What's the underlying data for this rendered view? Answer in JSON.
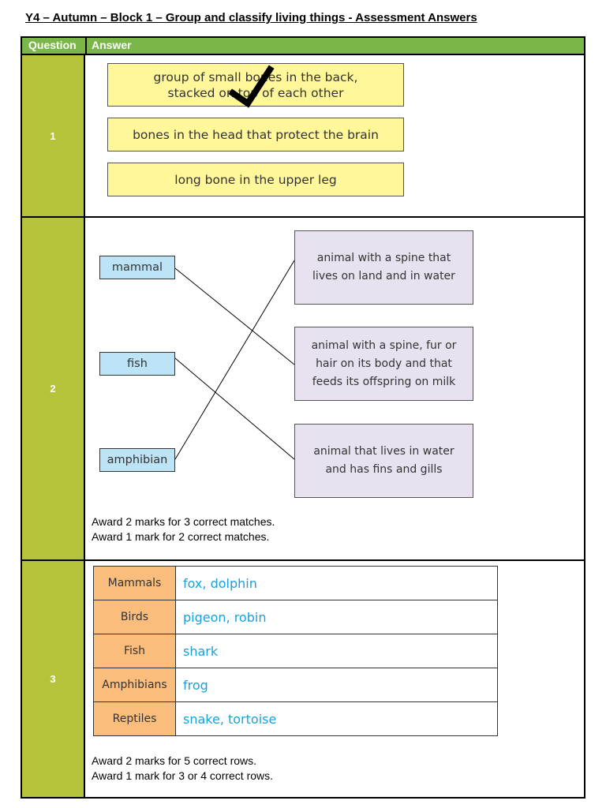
{
  "title": "Y4 – Autumn – Block 1 – Group and classify living things - Assessment Answers",
  "header": {
    "question": "Question",
    "answer": "Answer"
  },
  "q1": {
    "number": "1",
    "options": [
      "group of small bones in the back, stacked on top of each other",
      "bones in the head that protect the brain",
      "long bone in the upper leg"
    ]
  },
  "q2": {
    "number": "2",
    "left": [
      "mammal",
      "fish",
      "amphibian"
    ],
    "right": [
      "animal with a spine that lives on land and in water",
      "animal with a spine, fur or hair on its body and that feeds its offspring on milk",
      "animal that lives in water and has fins and gills"
    ],
    "notes": [
      "Award 2 marks for 3 correct matches.",
      "Award 1 mark for 2 correct matches."
    ]
  },
  "q3": {
    "number": "3",
    "rows": [
      {
        "group": "Mammals",
        "answer": "fox, dolphin"
      },
      {
        "group": "Birds",
        "answer": "pigeon, robin"
      },
      {
        "group": "Fish",
        "answer": "shark"
      },
      {
        "group": "Amphibians",
        "answer": "frog"
      },
      {
        "group": "Reptiles",
        "answer": "snake, tortoise"
      }
    ],
    "notes": [
      "Award 2 marks for 5 correct rows.",
      "Award 1 mark for 3 or 4 correct rows."
    ]
  }
}
